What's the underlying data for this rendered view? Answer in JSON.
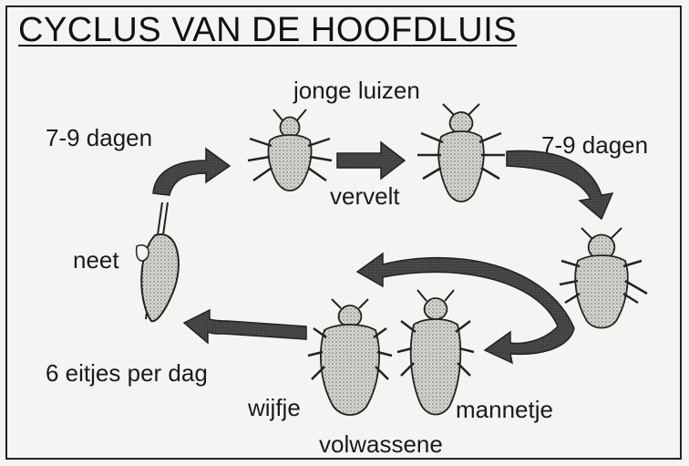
{
  "title": "CYCLUS VAN DE HOOFDLUIS",
  "labels": {
    "young_lice": "jonge luizen",
    "days_left": "7-9 dagen",
    "days_right": "7-9 dagen",
    "molts": "vervelt",
    "nit": "neet",
    "eggs_per_day": "6 eitjes per dag",
    "female": "wijfje",
    "male": "mannetje",
    "adult": "volwassene"
  },
  "colors": {
    "ink": "#1a1a1a",
    "arrow": "#3a3a3a",
    "paper": "#f4f4f2"
  },
  "icons": [
    "louse-nymph-small-icon",
    "louse-nymph-icon",
    "louse-nymph-large-icon",
    "louse-female-icon",
    "louse-male-icon",
    "nit-icon"
  ]
}
